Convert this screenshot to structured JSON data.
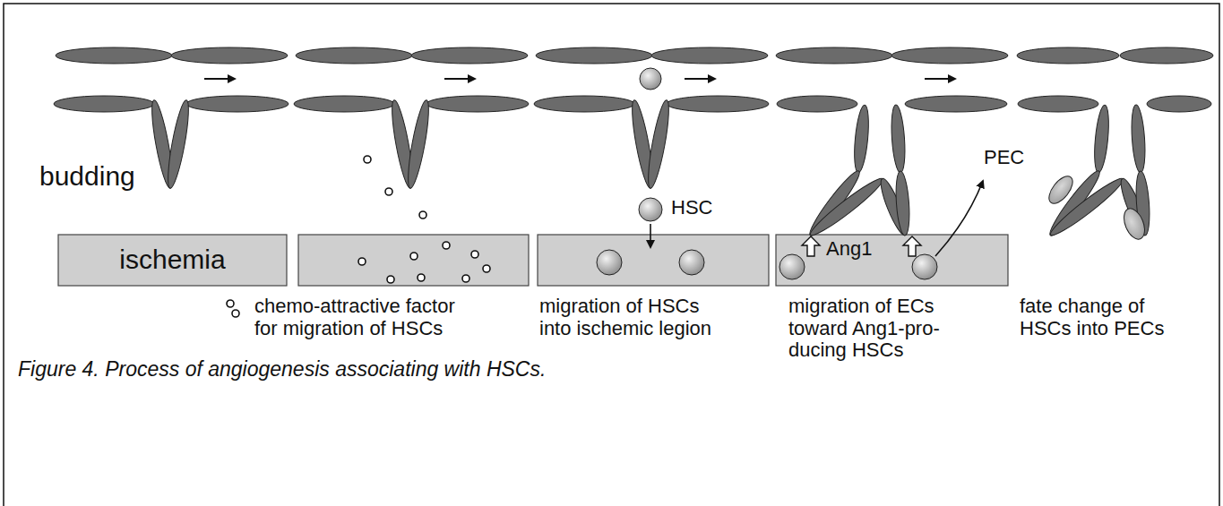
{
  "diagram": {
    "caption": "Figure 4. Process of angiogenesis associating with HSCs.",
    "nodes": [
      {
        "text": [
          "ischemia"
        ]
      },
      {
        "text": [
          "Ang1"
        ]
      }
    ],
    "labels": [
      "budding",
      "HSC",
      "PEC",
      "migration of HSCs into ischemic legion",
      "migration of ECs toward Ang1-pro- ducing HSCs",
      "fate change of HSCs into PECs"
    ],
    "legend": [
      {
        "text": "chemo-attractive factor for migration of HSCs"
      }
    ]
  }
}
